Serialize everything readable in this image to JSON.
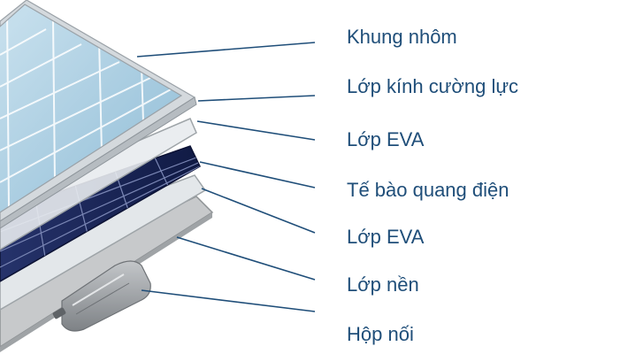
{
  "colors": {
    "label_text": "#1f4e79",
    "leader_line": "#1f4e79",
    "frame_silver": "#d4d9dd",
    "glass": "#a9cde0",
    "eva": "#e3e7ea",
    "cell_blue": "#1d2a5c",
    "backsheet": "#c7c9cb",
    "junction_box": "#9a9ea2"
  },
  "layers": [
    {
      "id": "frame",
      "label": "Khung nhôm",
      "icon": "aluminium-frame"
    },
    {
      "id": "glass",
      "label": "Lớp kính cường lực",
      "icon": "tempered-glass"
    },
    {
      "id": "eva-top",
      "label": "Lớp EVA",
      "icon": "eva-film"
    },
    {
      "id": "cells",
      "label": "Tế bào quang điện",
      "icon": "solar-cells"
    },
    {
      "id": "eva-bottom",
      "label": "Lớp EVA",
      "icon": "eva-film"
    },
    {
      "id": "backsheet",
      "label": "Lớp nền",
      "icon": "backsheet"
    },
    {
      "id": "junction-box",
      "label": "Hộp nối",
      "icon": "junction-box"
    }
  ]
}
